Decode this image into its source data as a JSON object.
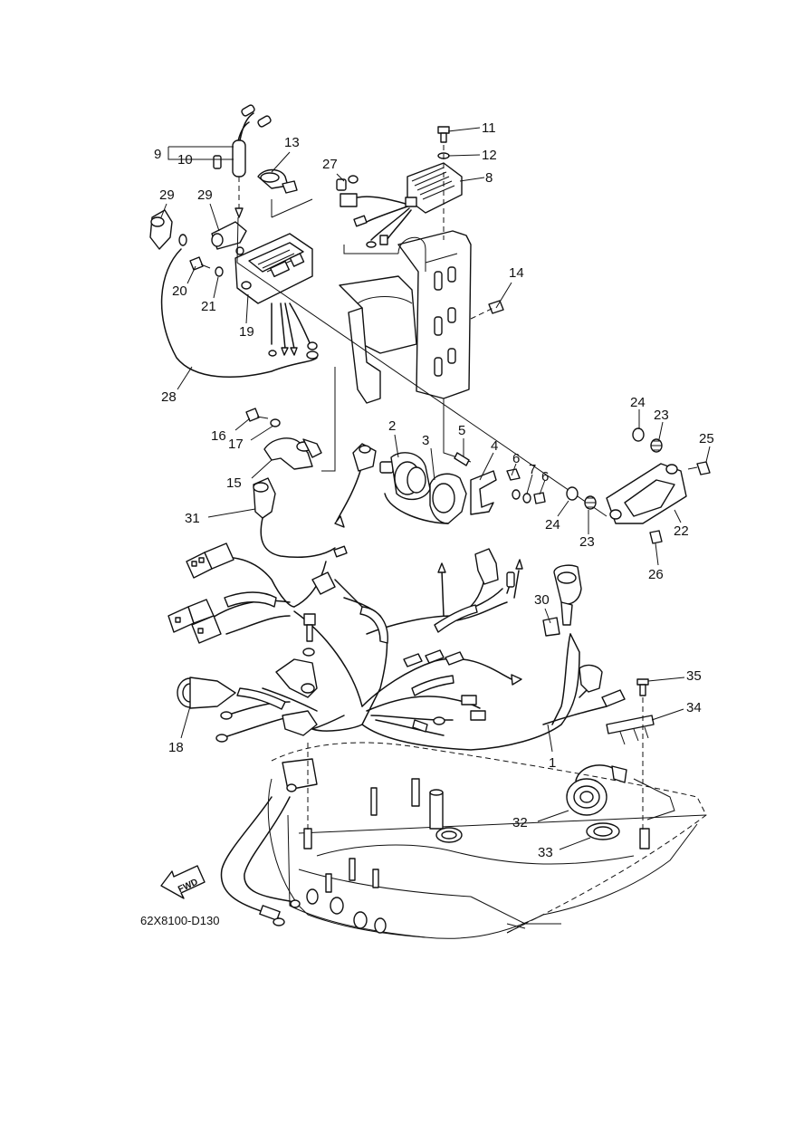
{
  "diagram": {
    "drawing_code": "62X8100-D130",
    "fwd_label": "FWD",
    "callouts": [
      "1",
      "2",
      "3",
      "4",
      "5",
      "6",
      "6",
      "7",
      "8",
      "9",
      "10",
      "11",
      "12",
      "13",
      "14",
      "15",
      "16",
      "17",
      "18",
      "19",
      "20",
      "21",
      "22",
      "23",
      "23",
      "24",
      "24",
      "25",
      "26",
      "27",
      "28",
      "29",
      "29",
      "30",
      "31",
      "32",
      "33",
      "34",
      "35"
    ]
  }
}
